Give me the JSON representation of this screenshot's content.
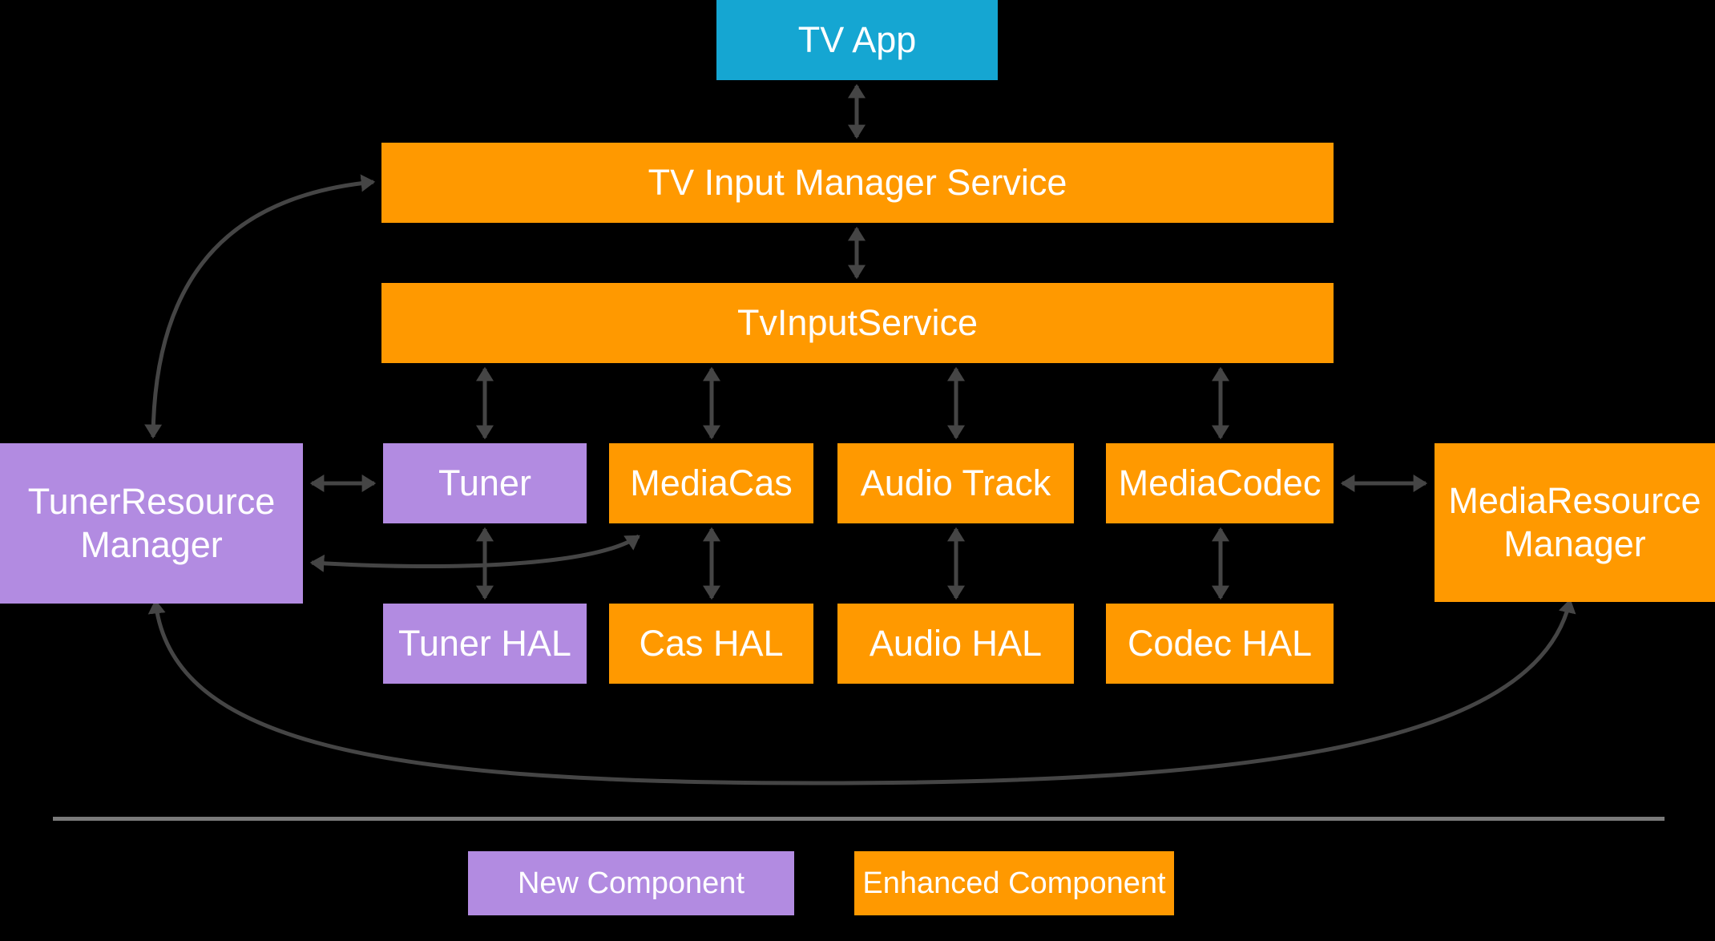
{
  "palette": {
    "background": "#000000",
    "component_new": "#B28BE1",
    "component_enhanced": "#FF9900",
    "component_app": "#15A6D2",
    "arrow": "#454545",
    "divider": "#7A7A7A",
    "text": "#FFFFFF"
  },
  "diagram": {
    "nodes": {
      "tv_app": {
        "label": "TV App",
        "type": "app"
      },
      "tims": {
        "label": "TV Input Manager Service",
        "type": "enhanced"
      },
      "tvis": {
        "label": "TvInputService",
        "type": "enhanced"
      },
      "trm": {
        "label": "TunerResource Manager",
        "line1": "TunerResource",
        "line2": "Manager",
        "type": "new"
      },
      "tuner": {
        "label": "Tuner",
        "type": "new"
      },
      "mediacas": {
        "label": "MediaCas",
        "type": "enhanced"
      },
      "audio_track": {
        "label": "Audio Track",
        "type": "enhanced"
      },
      "mediacodec": {
        "label": "MediaCodec",
        "type": "enhanced"
      },
      "mrm": {
        "label": "MediaResource Manager",
        "line1": "MediaResource",
        "line2": "Manager",
        "type": "enhanced"
      },
      "tuner_hal": {
        "label": "Tuner HAL",
        "type": "new"
      },
      "cas_hal": {
        "label": "Cas HAL",
        "type": "enhanced"
      },
      "audio_hal": {
        "label": "Audio HAL",
        "type": "enhanced"
      },
      "codec_hal": {
        "label": "Codec HAL",
        "type": "enhanced"
      }
    },
    "edges": [
      {
        "from": "TV App",
        "to": "TV Input Manager Service",
        "shape": "straight-vertical",
        "bidirectional": true
      },
      {
        "from": "TV Input Manager Service",
        "to": "TvInputService",
        "shape": "straight-vertical",
        "bidirectional": true
      },
      {
        "from": "TvInputService",
        "to": "Tuner",
        "shape": "straight-vertical",
        "bidirectional": true
      },
      {
        "from": "TvInputService",
        "to": "MediaCas",
        "shape": "straight-vertical",
        "bidirectional": true
      },
      {
        "from": "TvInputService",
        "to": "Audio Track",
        "shape": "straight-vertical",
        "bidirectional": true
      },
      {
        "from": "TvInputService",
        "to": "MediaCodec",
        "shape": "straight-vertical",
        "bidirectional": true
      },
      {
        "from": "Tuner",
        "to": "Tuner HAL",
        "shape": "straight-vertical",
        "bidirectional": true
      },
      {
        "from": "MediaCas",
        "to": "Cas HAL",
        "shape": "straight-vertical",
        "bidirectional": true
      },
      {
        "from": "Audio Track",
        "to": "Audio HAL",
        "shape": "straight-vertical",
        "bidirectional": true
      },
      {
        "from": "MediaCodec",
        "to": "Codec HAL",
        "shape": "straight-vertical",
        "bidirectional": true
      },
      {
        "from": "TunerResource Manager",
        "to": "Tuner",
        "shape": "straight-horizontal",
        "bidirectional": true
      },
      {
        "from": "MediaCodec",
        "to": "MediaResource Manager",
        "shape": "straight-horizontal",
        "bidirectional": true
      },
      {
        "from": "TunerResource Manager",
        "to": "TV Input Manager Service",
        "shape": "curved",
        "bidirectional": true
      },
      {
        "from": "TunerResource Manager",
        "to": "MediaCas",
        "shape": "curved",
        "bidirectional": true
      },
      {
        "from": "TunerResource Manager",
        "to": "MediaResource Manager",
        "shape": "curved",
        "bidirectional": true
      }
    ]
  },
  "legend": {
    "items": [
      {
        "label": "New Component",
        "type": "new"
      },
      {
        "label": "Enhanced Component",
        "type": "enhanced"
      }
    ]
  }
}
